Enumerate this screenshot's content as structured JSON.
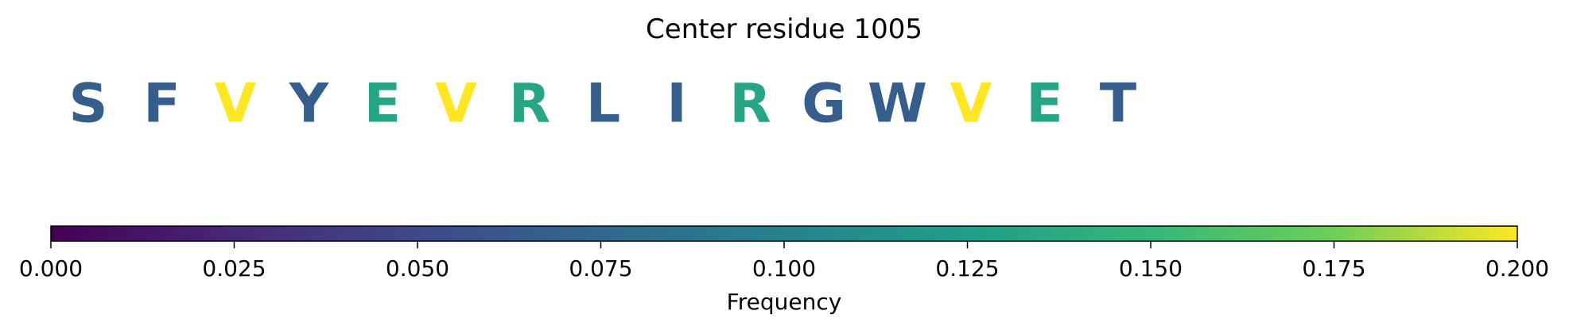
{
  "chart_data": {
    "type": "sequence_logo",
    "title": "Center residue 1005",
    "colormap": "viridis",
    "residues": [
      {
        "letter": "S",
        "frequency": 0.067
      },
      {
        "letter": "F",
        "frequency": 0.067
      },
      {
        "letter": "V",
        "frequency": 0.2
      },
      {
        "letter": "Y",
        "frequency": 0.067
      },
      {
        "letter": "E",
        "frequency": 0.133
      },
      {
        "letter": "V",
        "frequency": 0.2
      },
      {
        "letter": "R",
        "frequency": 0.133
      },
      {
        "letter": "L",
        "frequency": 0.067
      },
      {
        "letter": "I",
        "frequency": 0.067
      },
      {
        "letter": "R",
        "frequency": 0.133
      },
      {
        "letter": "G",
        "frequency": 0.067
      },
      {
        "letter": "W",
        "frequency": 0.067
      },
      {
        "letter": "V",
        "frequency": 0.2
      },
      {
        "letter": "E",
        "frequency": 0.133
      },
      {
        "letter": "T",
        "frequency": 0.067
      }
    ],
    "colorbar": {
      "label": "Frequency",
      "range": [
        0,
        0.2
      ],
      "ticks": [
        "0.000",
        "0.025",
        "0.050",
        "0.075",
        "0.100",
        "0.125",
        "0.150",
        "0.175",
        "0.200"
      ]
    }
  }
}
